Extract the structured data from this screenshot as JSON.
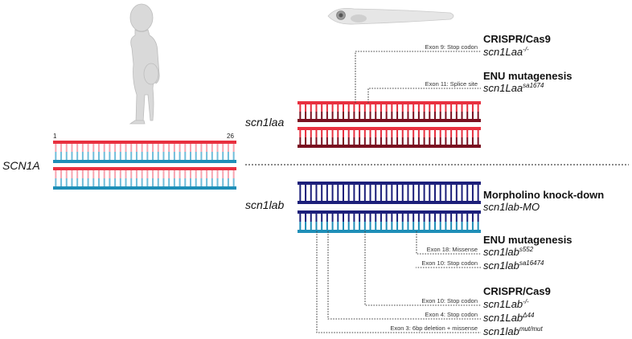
{
  "human": {
    "gene": "SCN1A",
    "exon_start": "1",
    "exon_end": "26",
    "colors": {
      "top": "#e8303f",
      "bottom": "#1f8fb8",
      "mid_top": "#f7a4b0",
      "mid_bottom": "#6fbcd9"
    }
  },
  "zebrafish_a": {
    "gene": "scn1laa",
    "colors": {
      "top": "#e8303f",
      "bottom": "#7a1020"
    }
  },
  "zebrafish_b": {
    "gene": "scn1lab",
    "colors": {
      "top": "#1c1f7a",
      "bottom": "#1f8fb8"
    }
  },
  "models_a": [
    {
      "method": "CRISPR/Cas9",
      "note": "Exon 9: Stop codon",
      "allele": "scn1Laa",
      "sup": "-/-"
    },
    {
      "method": "ENU mutagenesis",
      "note": "Exon 11: Splice site",
      "allele": "scn1Laa",
      "sup": "sa1674"
    }
  ],
  "models_b": {
    "morpholino": {
      "method": "Morpholino knock-down",
      "allele": "scn1lab-MO"
    },
    "enu": {
      "method": "ENU mutagenesis",
      "items": [
        {
          "note": "Exon 18: Missense",
          "allele": "scn1lab",
          "sup": "s552"
        },
        {
          "note": "Exon 10: Stop codon",
          "allele": "scn1lab",
          "sup": "sa16474"
        }
      ]
    },
    "crispr": {
      "method": "CRISPR/Cas9",
      "items": [
        {
          "note": "Exon 10: Stop codon",
          "allele": "scn1Lab",
          "sup": "-/-"
        },
        {
          "note": "Exon 4: Stop codon",
          "allele": "scn1Lab",
          "sup": "Δ44"
        },
        {
          "note": "Exon 3: 6bp deletion + missense",
          "allele": "scn1lab",
          "sup": "mut/mut"
        }
      ]
    }
  }
}
